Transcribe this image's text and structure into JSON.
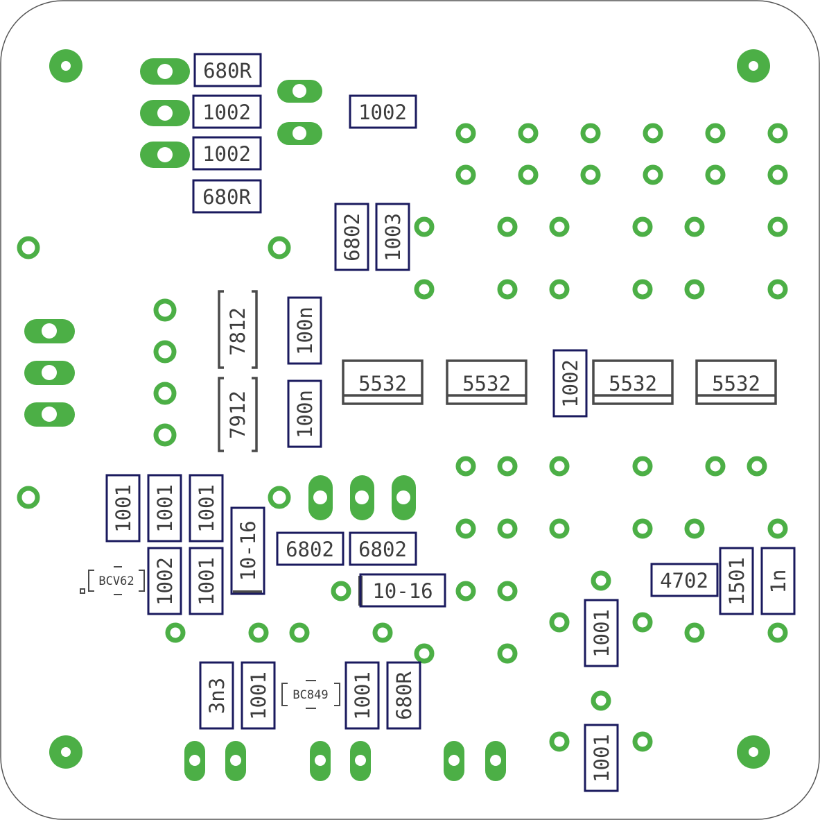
{
  "colors": {
    "copper": "#4caf46",
    "silk": "#4a4a4a",
    "outline": "#1a1a5e",
    "board": "#ffffff",
    "edge": "#555555"
  },
  "labels": {
    "r1": "680R",
    "r2": "1002",
    "r3": "1002",
    "r4": "680R",
    "r5": "1002",
    "r6": "6802",
    "r7": "1003",
    "u1": "7812",
    "u2": "7912",
    "c1": "100n",
    "c2": "100n",
    "ic1": "5532",
    "ic2": "5532",
    "r8": "1002",
    "ic3": "5532",
    "ic4": "5532",
    "r9": "1001",
    "r10": "1001",
    "r11": "1001",
    "r12": "1002",
    "r13": "1001",
    "q1": "BCV62",
    "c3": "10-16",
    "r14": "6802",
    "r15": "6802",
    "c4": "10-16",
    "r16": "4702",
    "r17": "1501",
    "c5": "1n",
    "r18": "1001",
    "c6": "3n3",
    "r19": "1001",
    "q2": "BC849",
    "r20": "1001",
    "r21": "680R",
    "r22": "1001"
  }
}
